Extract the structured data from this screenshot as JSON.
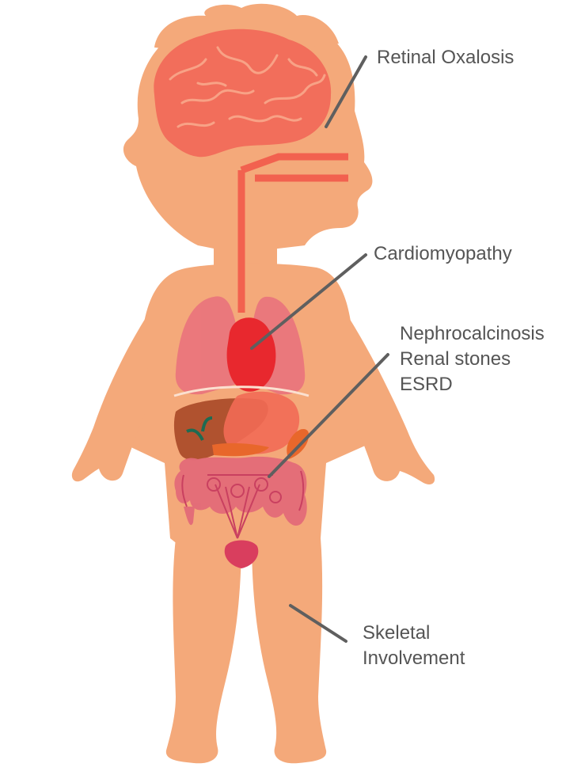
{
  "labels": {
    "retinal": {
      "lines": [
        "Retinal Oxalosis"
      ]
    },
    "cardio": {
      "lines": [
        "Cardiomyopathy"
      ]
    },
    "renal": {
      "lines": [
        "Nephrocalcinosis",
        "Renal stones",
        "ESRD"
      ]
    },
    "skeletal": {
      "lines": [
        "Skeletal",
        "Involvement"
      ]
    }
  },
  "colors": {
    "skin": "#F4A97A",
    "brain": "#F26E5B",
    "trachea": "#F2614F",
    "lungs": "#E9707D",
    "heart": "#E8282E",
    "liver": "#B0522F",
    "gallbladder": "#1E6B52",
    "stomach": "#F26A55",
    "spleen": "#E8672B",
    "intestine": "#E36A78",
    "bladder": "#D93E5E",
    "leader_line": "#5F5F5F",
    "text": "#555555"
  }
}
